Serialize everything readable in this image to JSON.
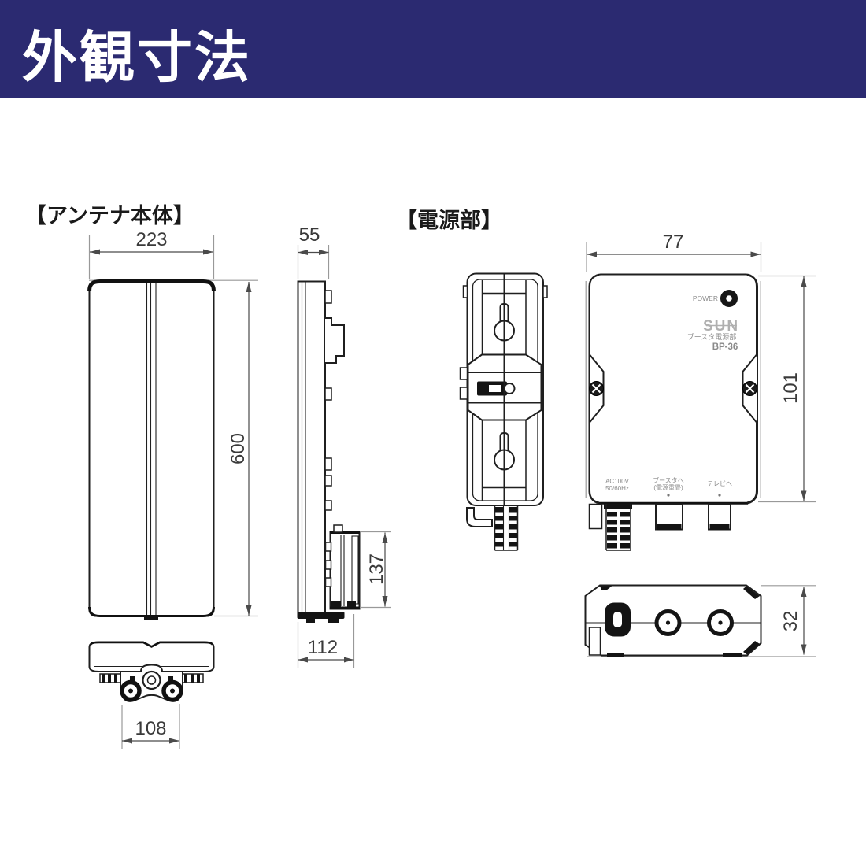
{
  "header": {
    "title": "外観寸法"
  },
  "sections": {
    "antenna": "【アンテナ本体】",
    "power": "【電源部】"
  },
  "dims": {
    "a_width": "223",
    "a_height": "600",
    "a_depth": "55",
    "a_bracket_height": "137",
    "a_total_depth": "112",
    "a_clamp_width": "108",
    "p_width": "77",
    "p_height": "101",
    "p_depth": "32"
  },
  "psu": {
    "power_label": "POWER",
    "brand": "SUN",
    "product": "ブースタ電源部",
    "model": "BP-36",
    "ac_line1": "AC100V",
    "ac_line2": "50/60Hz",
    "booster_line1": "ブースタへ",
    "booster_line2": "(電源重畳)",
    "tv_label": "テレビへ"
  },
  "colors": {
    "header_bg": "#2B2A71",
    "line": "#1F1F1F",
    "dim_line": "#4A4A4A",
    "ext_line": "#999999"
  }
}
